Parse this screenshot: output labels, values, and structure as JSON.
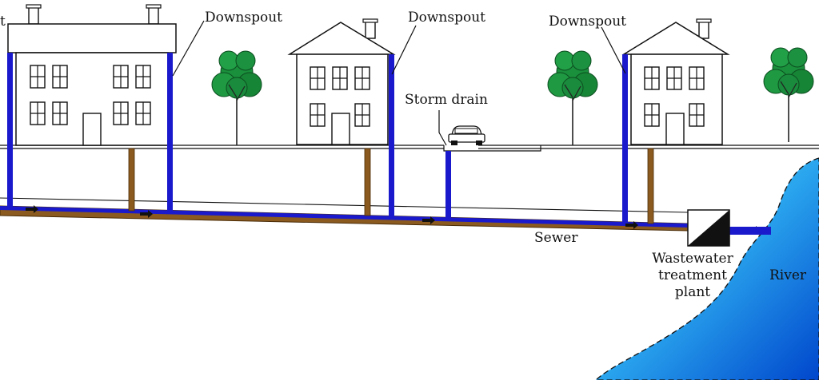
{
  "labels": {
    "cut_left": "t",
    "downspout_1": "Downspout",
    "downspout_2": "Downspout",
    "downspout_3": "Downspout",
    "storm_drain": "Storm drain",
    "sewer": "Sewer",
    "plant_line1": "Wastewater",
    "plant_line2": "treatment",
    "plant_line3": "plant",
    "river": "River"
  },
  "colors": {
    "stormwater": "#1a1acc",
    "sewage": "#8b5a1e",
    "river_light": "#7fd4f5",
    "river_dark": "#0050d0",
    "tree": "#1a8f3c",
    "outline": "#111111"
  }
}
